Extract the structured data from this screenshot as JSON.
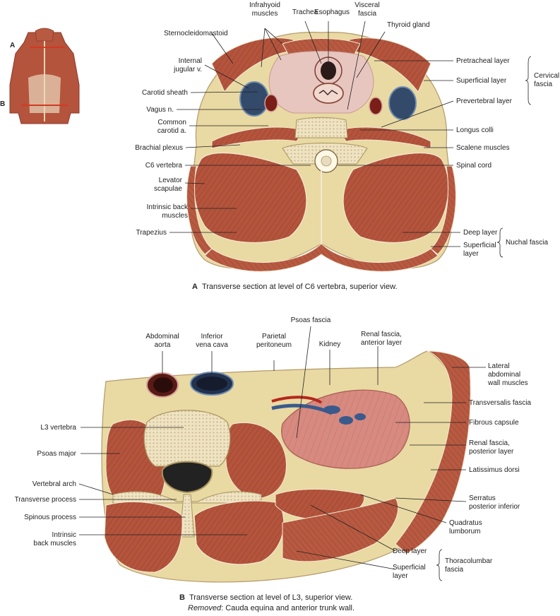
{
  "figure_a": {
    "caption_letter": "A",
    "caption_text": "Transverse section at level of C6 vertebra, superior view.",
    "thumb_label_a": "A",
    "thumb_label_b": "B",
    "labels": {
      "infrahyoid_1": "Infrahyoid",
      "infrahyoid_2": "muscles",
      "trachea": "Trachea",
      "esophagus": "Esophagus",
      "visceral_1": "Visceral",
      "visceral_2": "fascia",
      "thyroid": "Thyroid gland",
      "scm": "Sternocleidomastoid",
      "ijv_1": "Internal",
      "ijv_2": "jugular v.",
      "carotid_sheath": "Carotid sheath",
      "vagus": "Vagus n.",
      "cca_1": "Common",
      "cca_2": "carotid a.",
      "brachial": "Brachial plexus",
      "c6": "C6 vertebra",
      "levator_1": "Levator",
      "levator_2": "scapulae",
      "intrinsic_1": "Intrinsic back",
      "intrinsic_2": "muscles",
      "trapezius": "Trapezius",
      "pretracheal": "Pretracheal layer",
      "superficial": "Superficial layer",
      "prevertebral": "Prevertebral layer",
      "cervical_1": "Cervical",
      "cervical_2": "fascia",
      "longus": "Longus colli",
      "scalene": "Scalene muscles",
      "spinal_cord": "Spinal cord",
      "deep_layer": "Deep layer",
      "sup_layer_1": "Superficial",
      "sup_layer_2": "layer",
      "nuchal": "Nuchal fascia"
    }
  },
  "figure_b": {
    "caption_letter": "B",
    "caption_text": "Transverse section at level of L3, superior view.",
    "caption_removed_label": "Removed",
    "caption_removed_text": ": Cauda equina and anterior trunk wall.",
    "labels": {
      "psoas_fascia": "Psoas fascia",
      "aorta_1": "Abdominal",
      "aorta_2": "aorta",
      "ivc_1": "Inferior",
      "ivc_2": "vena cava",
      "parietal_1": "Parietal",
      "parietal_2": "peritoneum",
      "kidney": "Kidney",
      "renal_ant_1": "Renal fascia,",
      "renal_ant_2": "anterior layer",
      "lat_abd_1": "Lateral",
      "lat_abd_2": "abdominal",
      "lat_abd_3": "wall muscles",
      "l3": "L3 vertebra",
      "psoas_major": "Psoas major",
      "vert_arch": "Vertebral arch",
      "transverse": "Transverse process",
      "spinous": "Spinous process",
      "intrinsic_1": "Intrinsic",
      "intrinsic_2": "back muscles",
      "transversalis": "Transversalis fascia",
      "fibrous": "Fibrous capsule",
      "renal_post_1": "Renal fascia,",
      "renal_post_2": "posterior layer",
      "latissimus": "Latissimus dorsi",
      "serratus_1": "Serratus",
      "serratus_2": "posterior inferior",
      "quadratus_1": "Quadratus",
      "quadratus_2": "lumborum",
      "deep_layer": "Deep layer",
      "sup_layer_1": "Superficial",
      "sup_layer_2": "layer",
      "thoraco_1": "Thoracolumbar",
      "thoraco_2": "fascia"
    }
  }
}
